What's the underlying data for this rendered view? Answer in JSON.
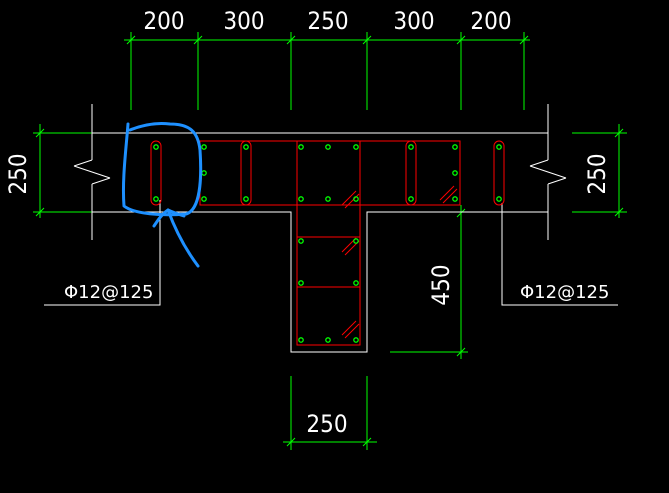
{
  "drawing": {
    "colors": {
      "background": "#000000",
      "outline": "#ffffff",
      "dimension": "#00ff00",
      "rebar": "#ff0000",
      "bar_dot": "#00ff00",
      "markup": "#1e90ff"
    },
    "top_dimensions": [
      "200",
      "300",
      "250",
      "300",
      "200"
    ],
    "left_height": "250",
    "right_height": "250",
    "web_depth": "450",
    "bottom_width": "250",
    "left_rebar_label": "Φ12@125",
    "right_rebar_label": "Φ12@125"
  }
}
